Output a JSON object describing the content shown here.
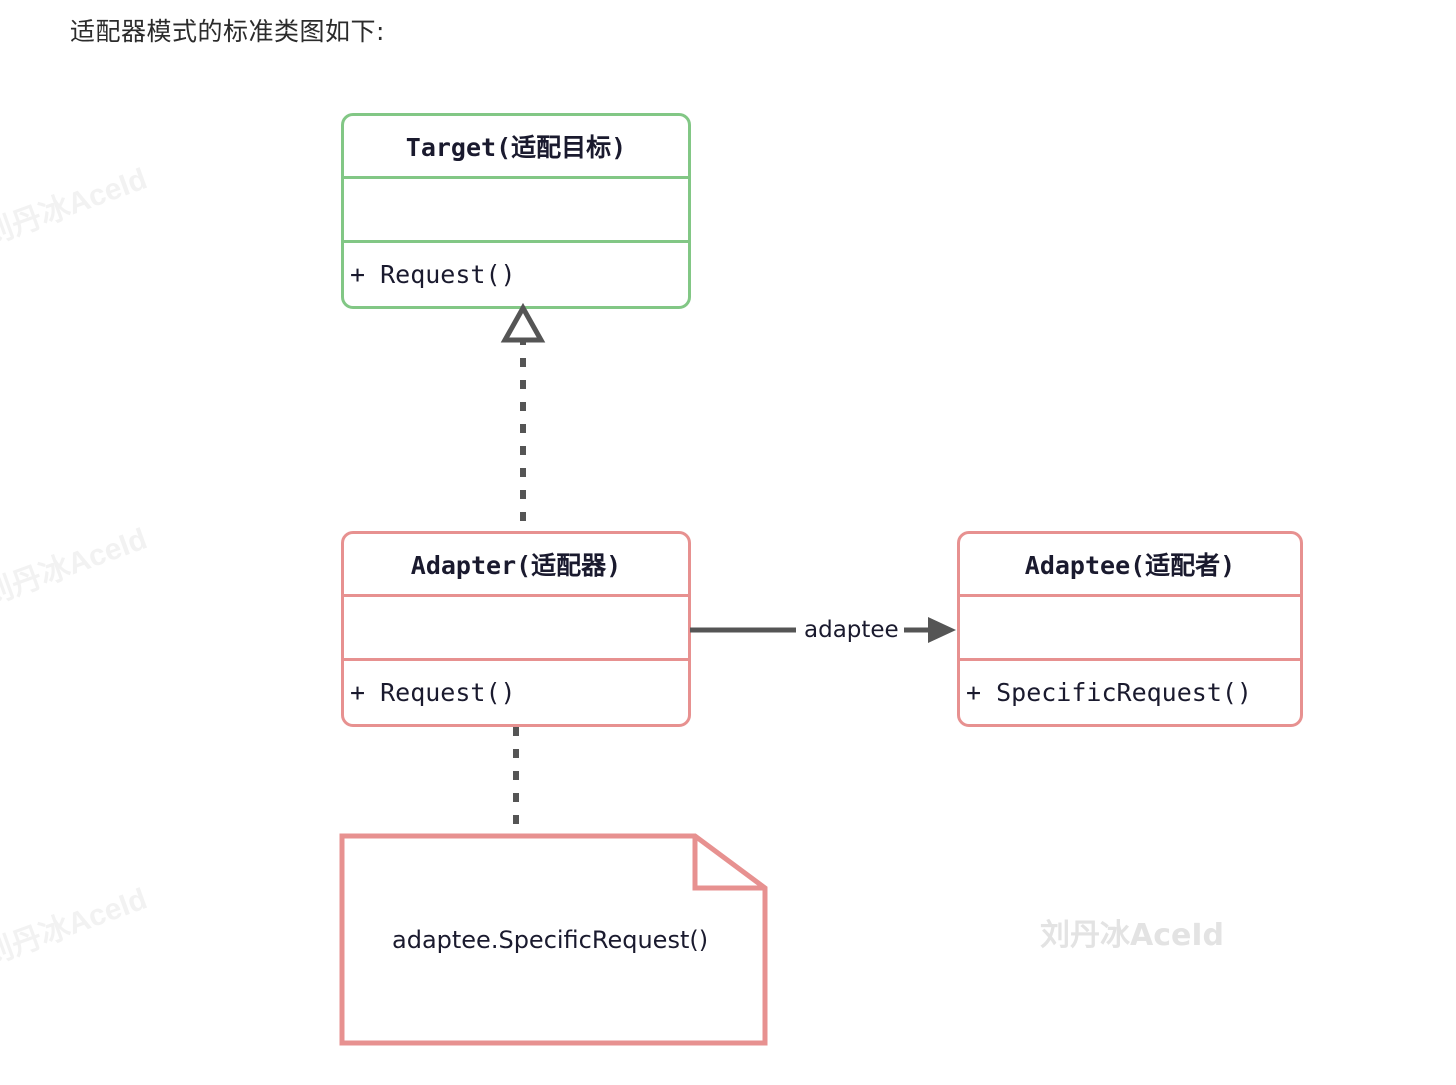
{
  "caption": "适配器模式的标准类图如下:",
  "diagram": {
    "type": "uml-class-diagram",
    "classes": [
      {
        "id": "target",
        "name": "Target(适配目标)",
        "attributes": [],
        "operations": [
          "+ Request()"
        ],
        "border_color": "#82c785",
        "role": "interface"
      },
      {
        "id": "adapter",
        "name": "Adapter(适配器)",
        "attributes": [],
        "operations": [
          "+ Request()"
        ],
        "border_color": "#e79190",
        "role": "class"
      },
      {
        "id": "adaptee",
        "name": "Adaptee(适配者)",
        "attributes": [],
        "operations": [
          "+ SpecificRequest()"
        ],
        "border_color": "#e79190",
        "role": "class"
      }
    ],
    "notes": [
      {
        "id": "note-impl",
        "text": "adaptee.SpecificRequest()",
        "border_color": "#e79190",
        "attached_to": "adapter"
      }
    ],
    "relations": [
      {
        "id": "rel-realization",
        "from": "adapter",
        "to": "target",
        "kind": "realization",
        "line": "dashed",
        "arrowhead": "hollow-triangle",
        "label": ""
      },
      {
        "id": "rel-association",
        "from": "adapter",
        "to": "adaptee",
        "kind": "association",
        "line": "solid",
        "arrowhead": "solid-arrow",
        "label": "adaptee"
      },
      {
        "id": "rel-note-link",
        "from": "adapter",
        "to": "note-impl",
        "kind": "note-anchor",
        "line": "dashed",
        "arrowhead": "none",
        "label": ""
      }
    ]
  },
  "watermarks": {
    "center": "刘丹冰AceId",
    "edge": "刘丹冰AceId"
  },
  "colors": {
    "green": "#82c785",
    "red": "#e79190",
    "connector": "#555555",
    "text": "#1a1a2e",
    "background": "#ffffff"
  }
}
